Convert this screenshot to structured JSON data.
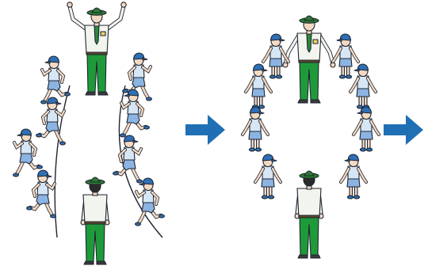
{
  "colors": {
    "leader_shirt": "#f2f4ee",
    "leader_pants": "#1f9a3a",
    "leader_hat": "#2c7a32",
    "tie": "#2a8a3a",
    "child_shirt": "#d6e6f5",
    "child_shorts": "#8cb4e2",
    "child_cap": "#2f6fb5",
    "skin": "#f4d9c2",
    "hair": "#2b2b2b",
    "outline": "#1e2430",
    "arrow": "#1f6fb4",
    "path_line": "#1e2430"
  },
  "panels": [
    {
      "name": "formation-open-columns",
      "icon": "children-running-in-two-curved-columns"
    },
    {
      "name": "formation-circle",
      "icon": "children-holding-hands-in-circle"
    }
  ],
  "arrows": [
    {
      "icon": "right-arrow-icon"
    },
    {
      "icon": "right-arrow-icon"
    }
  ]
}
